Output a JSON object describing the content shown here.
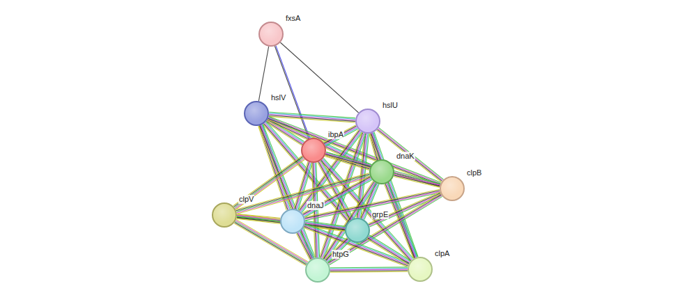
{
  "diagram": {
    "nodes": [
      {
        "text": [
          "fxsA"
        ]
      },
      {
        "text": [
          "hslV"
        ]
      },
      {
        "text": [
          "hslU"
        ]
      },
      {
        "text": [
          "ibpA"
        ]
      },
      {
        "text": [
          "dnaK"
        ]
      },
      {
        "text": [
          "clpB"
        ]
      },
      {
        "text": [
          "clpV"
        ]
      },
      {
        "text": [
          "dnaJ"
        ]
      },
      {
        "text": [
          "grpE"
        ]
      },
      {
        "text": [
          "htpG"
        ]
      },
      {
        "text": [
          "clpA"
        ]
      }
    ],
    "edges": [
      {
        "from": 0,
        "to": 1,
        "arrow": "none"
      },
      {
        "from": 0,
        "to": 3,
        "arrow": "none"
      },
      {
        "from": 0,
        "to": 2,
        "arrow": "none"
      },
      {
        "from": 1,
        "to": 2,
        "arrow": "none"
      },
      {
        "from": 1,
        "to": 3,
        "arrow": "none"
      },
      {
        "from": 1,
        "to": 4,
        "arrow": "none"
      },
      {
        "from": 1,
        "to": 7,
        "arrow": "none"
      },
      {
        "from": 1,
        "to": 8,
        "arrow": "none"
      },
      {
        "from": 1,
        "to": 9,
        "arrow": "none"
      },
      {
        "from": 1,
        "to": 5,
        "arrow": "none"
      },
      {
        "from": 2,
        "to": 3,
        "arrow": "none"
      },
      {
        "from": 2,
        "to": 4,
        "arrow": "none"
      },
      {
        "from": 2,
        "to": 5,
        "arrow": "none"
      },
      {
        "from": 2,
        "to": 7,
        "arrow": "none"
      },
      {
        "from": 2,
        "to": 8,
        "arrow": "none"
      },
      {
        "from": 2,
        "to": 9,
        "arrow": "none"
      },
      {
        "from": 2,
        "to": 10,
        "arrow": "none"
      },
      {
        "from": 3,
        "to": 4,
        "arrow": "none"
      },
      {
        "from": 3,
        "to": 5,
        "arrow": "none"
      },
      {
        "from": 3,
        "to": 6,
        "arrow": "none"
      },
      {
        "from": 3,
        "to": 7,
        "arrow": "none"
      },
      {
        "from": 3,
        "to": 8,
        "arrow": "none"
      },
      {
        "from": 3,
        "to": 9,
        "arrow": "none"
      },
      {
        "from": 3,
        "to": 10,
        "arrow": "none"
      },
      {
        "from": 4,
        "to": 5,
        "arrow": "none"
      },
      {
        "from": 4,
        "to": 6,
        "arrow": "none"
      },
      {
        "from": 4,
        "to": 7,
        "arrow": "none"
      },
      {
        "from": 4,
        "to": 8,
        "arrow": "none"
      },
      {
        "from": 4,
        "to": 9,
        "arrow": "none"
      },
      {
        "from": 4,
        "to": 10,
        "arrow": "none"
      },
      {
        "from": 5,
        "to": 7,
        "arrow": "none"
      },
      {
        "from": 5,
        "to": 8,
        "arrow": "none"
      },
      {
        "from": 5,
        "to": 9,
        "arrow": "none"
      },
      {
        "from": 6,
        "to": 7,
        "arrow": "none"
      },
      {
        "from": 6,
        "to": 8,
        "arrow": "none"
      },
      {
        "from": 6,
        "to": 9,
        "arrow": "none"
      },
      {
        "from": 7,
        "to": 8,
        "arrow": "none"
      },
      {
        "from": 7,
        "to": 9,
        "arrow": "none"
      },
      {
        "from": 7,
        "to": 10,
        "arrow": "none"
      },
      {
        "from": 8,
        "to": 9,
        "arrow": "none"
      },
      {
        "from": 8,
        "to": 10,
        "arrow": "none"
      },
      {
        "from": 9,
        "to": 10,
        "arrow": "none"
      }
    ]
  }
}
